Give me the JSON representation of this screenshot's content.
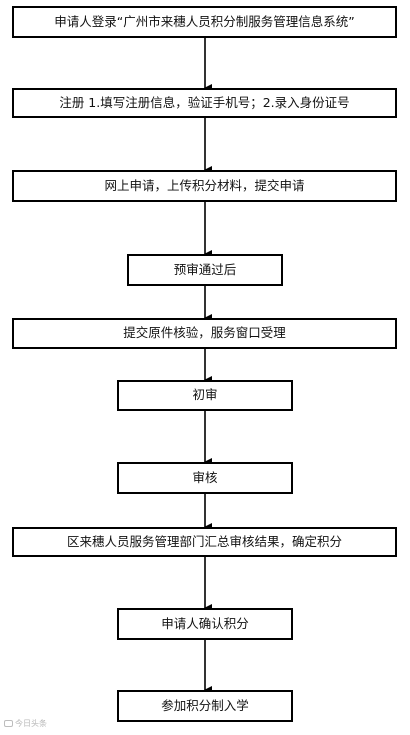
{
  "steps": [
    "申请人登录“广州市来穗人员积分制服务管理信息系统”",
    "注册 1.填写注册信息，验证手机号；2.录入身份证号",
    "网上申请，上传积分材料，提交申请",
    "预审通过后",
    "提交原件核验，服务窗口受理",
    "初审",
    "审核",
    "区来穗人员服务管理部门汇总审核结果，确定积分",
    "申请人确认积分",
    "参加积分制入学"
  ],
  "watermark": "今日头条",
  "colors": {
    "line": "#000000",
    "background": "#ffffff",
    "text": "#111111"
  }
}
